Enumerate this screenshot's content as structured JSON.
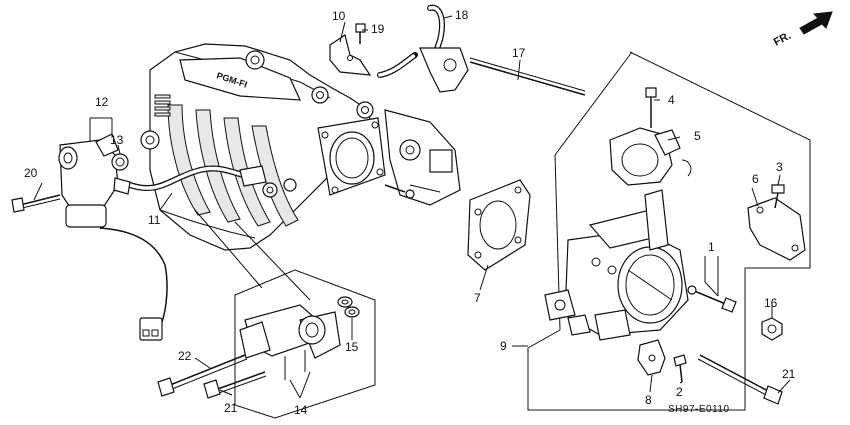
{
  "diagram": {
    "code": "SH97-E0110",
    "direction_label": "FR.",
    "manifold_emblem": "PGM-FI",
    "callouts": {
      "c1": "1",
      "c2": "2",
      "c3": "3",
      "c4": "4",
      "c5": "5",
      "c6": "6",
      "c7": "7",
      "c8": "8",
      "c9": "9",
      "c10": "10",
      "c11": "11",
      "c12": "12",
      "c13": "13",
      "c14": "14",
      "c15": "15",
      "c16": "16",
      "c17": "17",
      "c18": "18",
      "c19": "19",
      "c20": "20",
      "c21a": "21",
      "c21b": "21",
      "c22": "22"
    }
  }
}
